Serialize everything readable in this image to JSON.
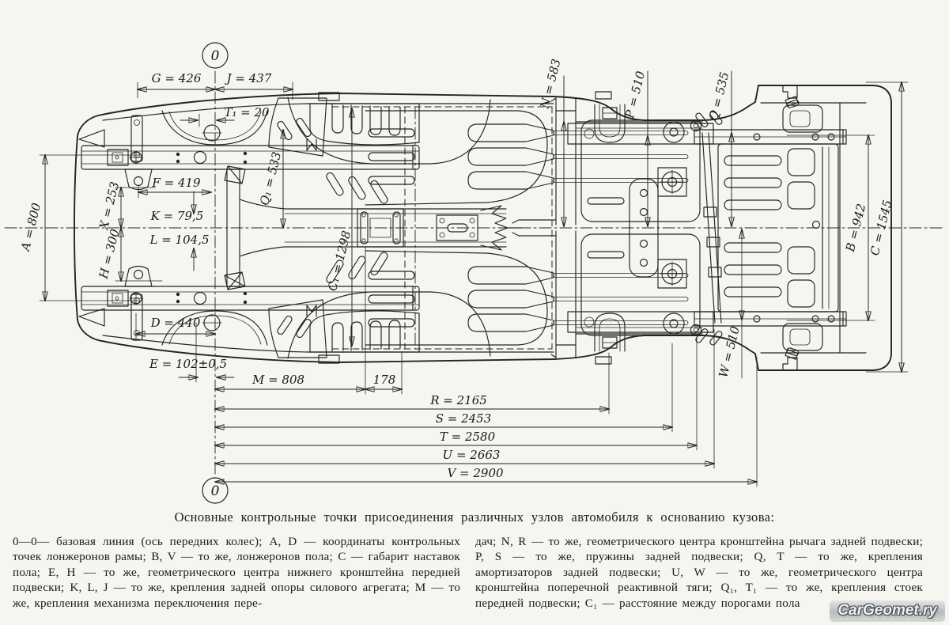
{
  "caption": "Основные контрольные точки присоединения различных узлов автомобиля к основанию кузова:",
  "legend": {
    "left": "0—0— базовая линия (ось передних колес); A, D — координаты контрольных точек лонжеронов рамы; B, V — то же, лонжеронов пола; C — габарит наставок пола; E, H — то же, геометрического центра нижнего кронштейна передней подвески; K, L, J — то же, крепления задней опоры силового агрегата; M — то же, крепления механизма переключения пере-",
    "right": "дач; N, R — то же, геометрического центра кронштейна рычага задней подвески; P, S — то же, пружины задней подвески; Q, T — то же, крепления амортизаторов задней подвески; U, W — то же, геометрического центра кронштейна поперечной реактивной тяги; Q₁, T₁ — то же, крепления стоек передней подвески; C₁ — расстояние между порогами пола"
  },
  "watermark": "CarGeomet.ry",
  "axis": {
    "marker": "0"
  },
  "dims": {
    "G": "G = 426",
    "J": "J = 437",
    "T1": "T₁ = 20",
    "N": "N = 583",
    "P": "P = 510",
    "Q": "Q = 535",
    "A": "A = 800",
    "X": "X = 253",
    "H": "H = 300",
    "F": "F = 419",
    "K": "K = 79,5",
    "L": "L = 104,5",
    "D": "D = 440",
    "E": "E = 102±0,5",
    "Q1": "Q₁ = 533",
    "C1": "C₁ = 1298",
    "M": "M = 808",
    "seg178": "178",
    "R": "R = 2165",
    "S": "S = 2453",
    "T": "T = 2580",
    "U": "U = 2663",
    "V": "V = 2900",
    "B": "B = 942",
    "C": "C = 1545",
    "W": "W = 510"
  },
  "colors": {
    "ink": "#26241f",
    "paper": "#f6f5f0"
  }
}
